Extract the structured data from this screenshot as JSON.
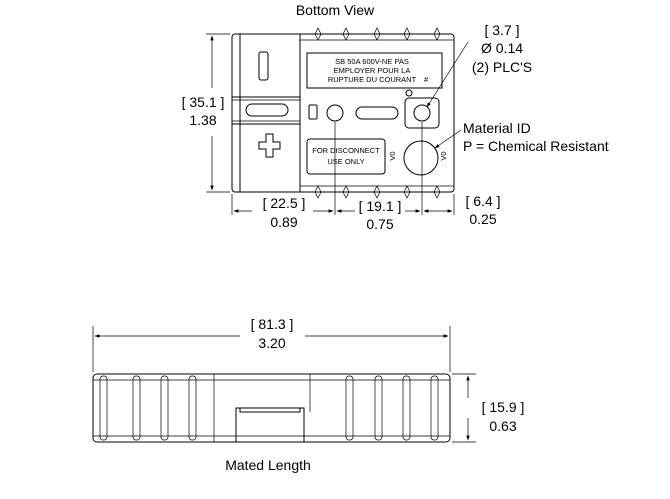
{
  "bottom_view": {
    "title": "Bottom View",
    "label_line1": "SB 50A 600V-NE PAS",
    "label_line2": "EMPLOYER POUR LA",
    "label_line3": "RUPTURE DU COURANT",
    "label_hash": "#",
    "disconnect_line1": "FOR DISCONNECT",
    "disconnect_line2": "USE ONLY",
    "v0_left": "V0",
    "v0_right": "V0"
  },
  "dimensions": {
    "height_mm": "[ 35.1 ]",
    "height_in": "1.38",
    "hole_mm": "[ 3.7 ]",
    "hole_dia": "Ø 0.14",
    "hole_count": "(2) PLC'S",
    "d1_mm": "[ 22.5 ]",
    "d1_in": "0.89",
    "d2_mm": "[ 19.1 ]",
    "d2_in": "0.75",
    "d3_mm": "[ 6.4 ]",
    "d3_in": "0.25",
    "length_mm": "[ 81.3 ]",
    "length_in": "3.20",
    "side_height_mm": "[ 15.9 ]",
    "side_height_in": "0.63"
  },
  "notes": {
    "material_id": "Material ID",
    "material_p": "P = Chemical Resistant",
    "mated_length": "Mated Length"
  }
}
